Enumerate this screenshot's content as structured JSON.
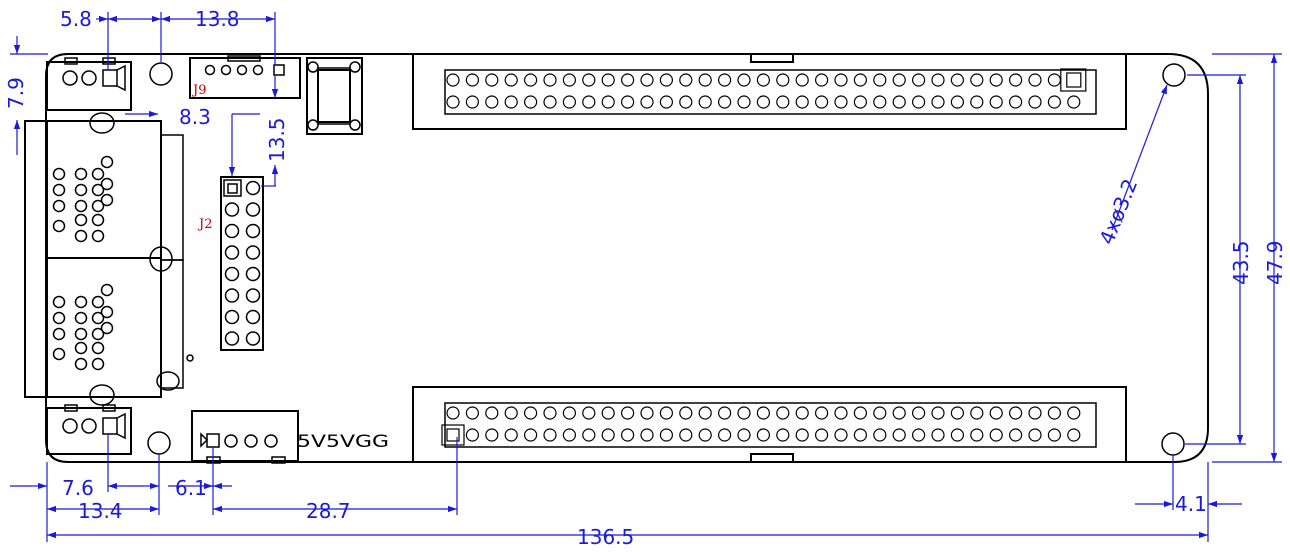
{
  "labels": {
    "j9": "J9",
    "j2": "J2",
    "power_pins": "5V5VGG"
  },
  "dimensions": {
    "d_5_8": "5.8",
    "d_13_8": "13.8",
    "d_7_9": "7.9",
    "d_8_3": "8.3",
    "d_13_5": "13.5",
    "d_holes": "4xø3.2",
    "d_43_5": "43.5",
    "d_47_9": "47.9",
    "d_7_6": "7.6",
    "d_13_4": "13.4",
    "d_6_1": "6.1",
    "d_28_7": "28.7",
    "d_4_1": "4.1",
    "d_136_5": "136.5"
  },
  "colors": {
    "outline": "#000000",
    "dimension": "#1a1ad8",
    "reference": "#c00000"
  },
  "header_pins_per_row": 33
}
